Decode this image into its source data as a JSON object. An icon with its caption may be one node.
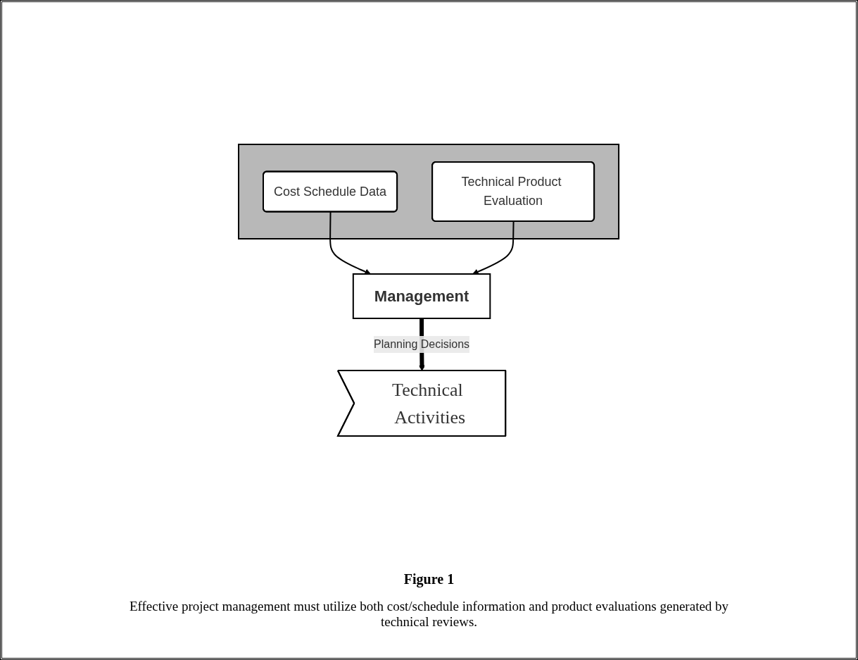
{
  "diagram": {
    "caption": "Effective project management must utilize both cost/schedule information and product evaluations generated by technical reviews.",
    "nodes": [
      {
        "text": [
          "Management"
        ]
      },
      {
        "text": [],
        "shape": "box"
      },
      {
        "text": [
          "Cost Schedule Data"
        ],
        "in": 1
      },
      {
        "text": [
          "Technical Product Evaluation"
        ],
        "in": 1
      },
      {
        "text": [
          "Technical Activities"
        ]
      }
    ],
    "edges": [
      {
        "from": 2,
        "to": 0,
        "arrow": "to"
      },
      {
        "from": 3,
        "to": 0,
        "arrow": "to"
      },
      {
        "from": 0,
        "to": 4,
        "label": "Planning Decisions",
        "arrow": "to",
        "style": "thick"
      }
    ],
    "labels": [
      "Figure 1"
    ]
  }
}
